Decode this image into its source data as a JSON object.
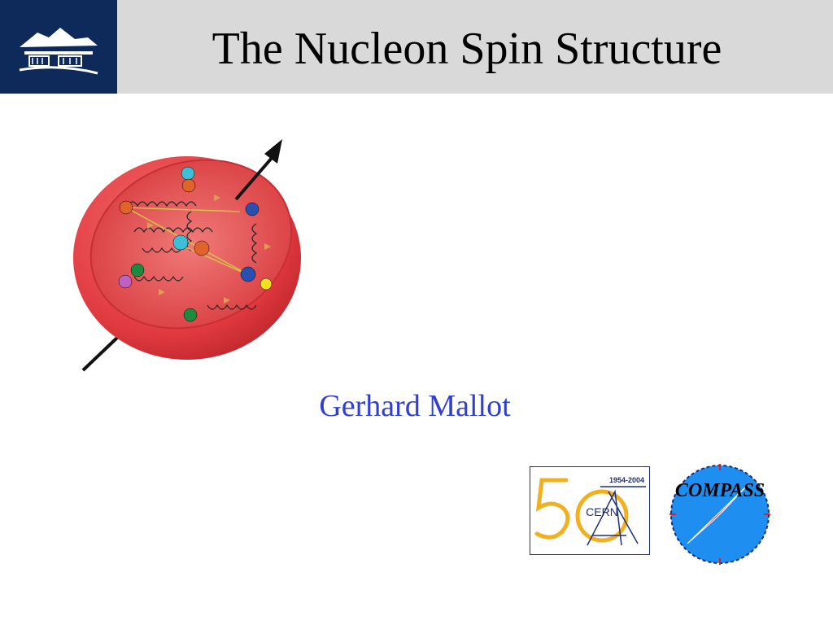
{
  "slide": {
    "title": "The Nucleon Spin Structure",
    "author": "Gerhard Mallot",
    "author_color": "#2f3fd0"
  },
  "header": {
    "band_color": "#d9d9d9",
    "logo_box_color": "#0d2a5a"
  },
  "illustration": {
    "name": "nucleon-spin-illustration",
    "sphere_color": "#e8454a"
  },
  "logos": {
    "cern_50": {
      "years": "1954-2004",
      "word": "CERN",
      "accent": "#f0b020",
      "ink": "#1f2f7a"
    },
    "compass": {
      "word": "COMPASS",
      "disc": "#1e8ff0",
      "needle": "#e02020"
    }
  }
}
